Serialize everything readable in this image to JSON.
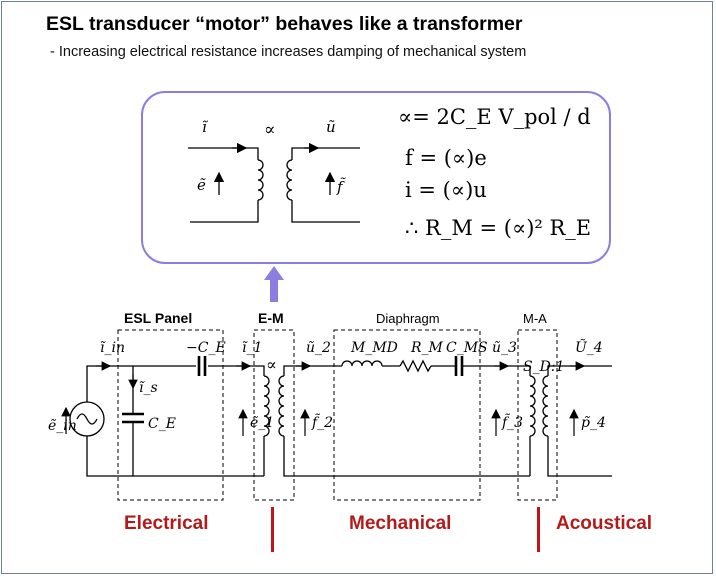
{
  "title": "ESL transducer “motor” behaves like a transformer",
  "subtitle": "- Increasing electrical resistance increases damping of mechanical system",
  "callout": {
    "transformer": {
      "ratio_symbol": "∝",
      "current": "ĩ",
      "velocity": "ũ",
      "voltage": "ẽ",
      "force": "f̃"
    },
    "equations": [
      "∝= 2C_E V_pol / d",
      "f = (∝)e",
      "i = (∝)u",
      "∴ R_M = (∝)² R_E"
    ]
  },
  "blocks": {
    "esl_panel": "ESL Panel",
    "em": "E-M",
    "diaphragm": "Diaphragm",
    "ma": "M-A"
  },
  "circuit": {
    "source_voltage": "ẽ_in",
    "source_current": "ĩ_in",
    "shunt_current": "ĩ_s",
    "shunt_cap": "C_E",
    "series_cap": "−C_E",
    "em_current": "ĩ_1",
    "em_voltage": "ẽ_1",
    "em_ratio": "∝",
    "mech_velocity_in": "ũ_2",
    "mech_force_in": "f̃_2",
    "mass": "M_MD",
    "resistance": "R_M",
    "compliance": "C_MS",
    "mech_velocity_out": "ũ_3",
    "mech_force_out": "f̃_3",
    "ma_ratio": "S_D:1",
    "volume_velocity": "Ũ_4",
    "pressure": "p̃_4"
  },
  "sections": [
    "Electrical",
    "Mechanical",
    "Acoustical"
  ],
  "colors": {
    "callout_border": "#8a7ee0",
    "arrow": "#8a7ee0",
    "section_text": "#b31b1b",
    "section_bar": "#c0141b",
    "frame": "#6f7f9a"
  }
}
